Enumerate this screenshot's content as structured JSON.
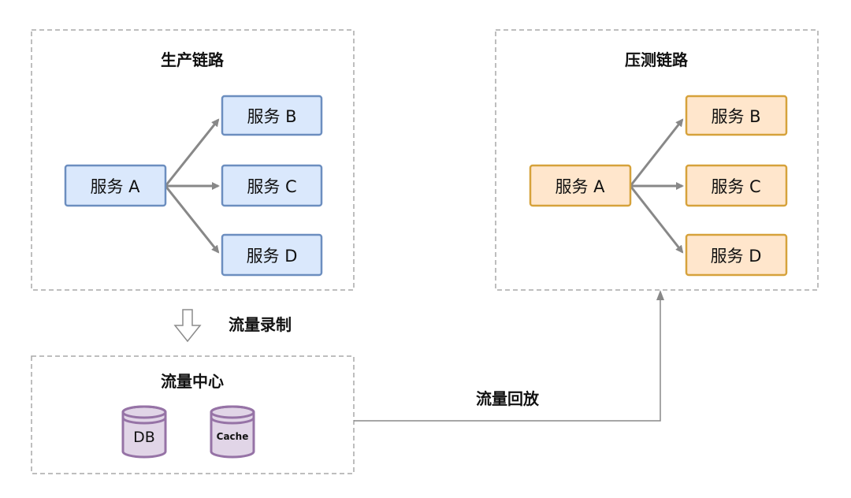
{
  "production": {
    "title": "生产链路",
    "services": {
      "a": "服务 A",
      "b": "服务 B",
      "c": "服务 C",
      "d": "服务 D"
    }
  },
  "stress": {
    "title": "压测链路",
    "services": {
      "a": "服务 A",
      "b": "服务 B",
      "c": "服务 C",
      "d": "服务 D"
    }
  },
  "recording": {
    "label": "流量录制"
  },
  "traffic_center": {
    "title": "流量中心",
    "db_label": "DB",
    "cache_label": "Cache"
  },
  "replay": {
    "label": "流量回放"
  },
  "colors": {
    "production_fill": "#dae8fc",
    "production_stroke": "#6c8ebf",
    "stress_fill": "#ffe6cc",
    "stress_stroke": "#d6a23b",
    "storage_fill": "#e1d5e7",
    "storage_stroke": "#9673a6",
    "arrow": "#888888"
  },
  "icons": {
    "recording_arrow": "hollow-down-arrow-icon",
    "storage": "cylinder-icon"
  }
}
